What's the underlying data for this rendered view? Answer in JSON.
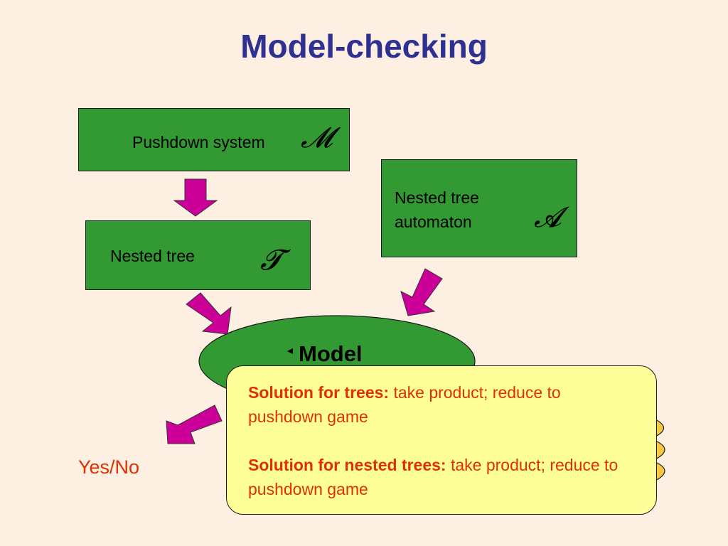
{
  "title": "Model-checking",
  "boxes": {
    "pushdown": {
      "label": "Pushdown system",
      "symbol": "𝓜"
    },
    "nested_tree": {
      "label": "Nested tree",
      "symbol": "𝓣"
    },
    "automaton": {
      "label": "Nested tree automaton",
      "line1": "Nested tree",
      "line2": "automaton",
      "symbol": "𝓐"
    }
  },
  "model_checker": {
    "label": "Model"
  },
  "output": {
    "label": "Yes/No"
  },
  "callout": {
    "item1": {
      "heading": "Solution for trees:",
      "text": " take product; reduce to pushdown game"
    },
    "item2": {
      "heading": "Solution for nested trees:",
      "text": " take product; reduce to pushdown game"
    }
  },
  "colors": {
    "background": "#fdf0e2",
    "title": "#2e3192",
    "box_fill": "#339933",
    "arrow_fill": "#cc0099",
    "callout_fill": "#ffff99",
    "accent_text": "#e03000",
    "scroll_fill": "#f5c842"
  }
}
